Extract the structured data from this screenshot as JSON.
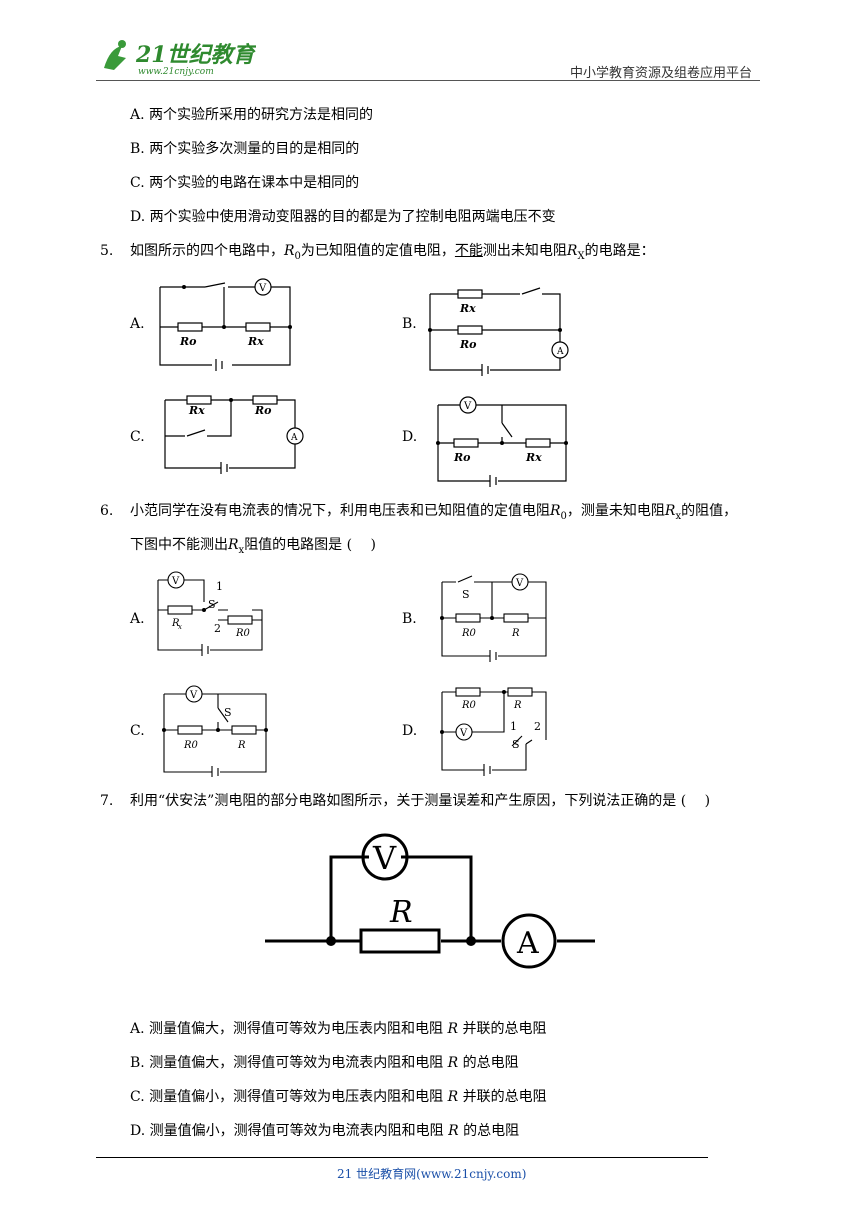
{
  "header": {
    "logo_text": "21世纪教育",
    "logo_url": "www.21cnjy.com",
    "right_text": "中小学教育资源及组卷应用平台"
  },
  "q4_options": [
    {
      "letter": "A.",
      "text": "两个实验所采用的研究方法是相同的"
    },
    {
      "letter": "B.",
      "text": "两个实验多次测量的目的是相同的"
    },
    {
      "letter": "C.",
      "text": "两个实验的电路在课本中是相同的"
    },
    {
      "letter": "D.",
      "text": "两个实验中使用滑动变阻器的目的都是为了控制电阻两端电压不变"
    }
  ],
  "q5": {
    "number": "5.",
    "stem_part1": "如图所示的四个电路中，",
    "r0": "R",
    "r0_sub": "0",
    "stem_part2": "为已知阻值的定值电阻，",
    "stem_underlined": "不能",
    "stem_part3": "测出未知电阻",
    "rx": "R",
    "rx_sub": "X",
    "stem_part4": "的电路是：",
    "labels": [
      "A.",
      "B.",
      "C.",
      "D."
    ]
  },
  "q6": {
    "number": "6.",
    "line1_a": "小范同学在没有电流表的情况下，利用电压表和已知阻值的定值电阻",
    "line1_r0": "R",
    "line1_r0_sub": "0",
    "line1_b": "，测量未知电阻",
    "line1_rx": "R",
    "line1_rx_sub": "x",
    "line1_c": "的阻值，",
    "line2_a": "下图中不能测出",
    "line2_rx": "R",
    "line2_rx_sub": "x",
    "line2_b": "阻值的电路图是 (　 )",
    "labels": [
      "A.",
      "B.",
      "C.",
      "D."
    ]
  },
  "q7": {
    "number": "7.",
    "stem": "利用“伏安法”测电阻的部分电路如图所示，关于测量误差和产生原因，下列说法正确的是 (　 )",
    "options": [
      {
        "letter": "A.",
        "text_a": "测量值偏大，测得值可等效为电压表内阻和电阻 ",
        "r": "R",
        "text_b": " 并联的总电阻"
      },
      {
        "letter": "B.",
        "text_a": "测量值偏大，测得值可等效为电流表内阻和电阻 ",
        "r": "R",
        "text_b": " 的总电阻"
      },
      {
        "letter": "C.",
        "text_a": "测量值偏小，测得值可等效为电压表内阻和电阻 ",
        "r": "R",
        "text_b": " 并联的总电阻"
      },
      {
        "letter": "D.",
        "text_a": "测量值偏小，测得值可等效为电流表内阻和电阻 ",
        "r": "R",
        "text_b": " 的总电阻"
      }
    ]
  },
  "circuit_labels": {
    "V": "V",
    "A": "A",
    "R": "R",
    "Ro": "Ro",
    "Rx": "Rx",
    "R0": "R0",
    "S": "S",
    "one": "1",
    "two": "2"
  },
  "footer": {
    "text": "21 世纪教育网(www.21cnjy.com)"
  }
}
